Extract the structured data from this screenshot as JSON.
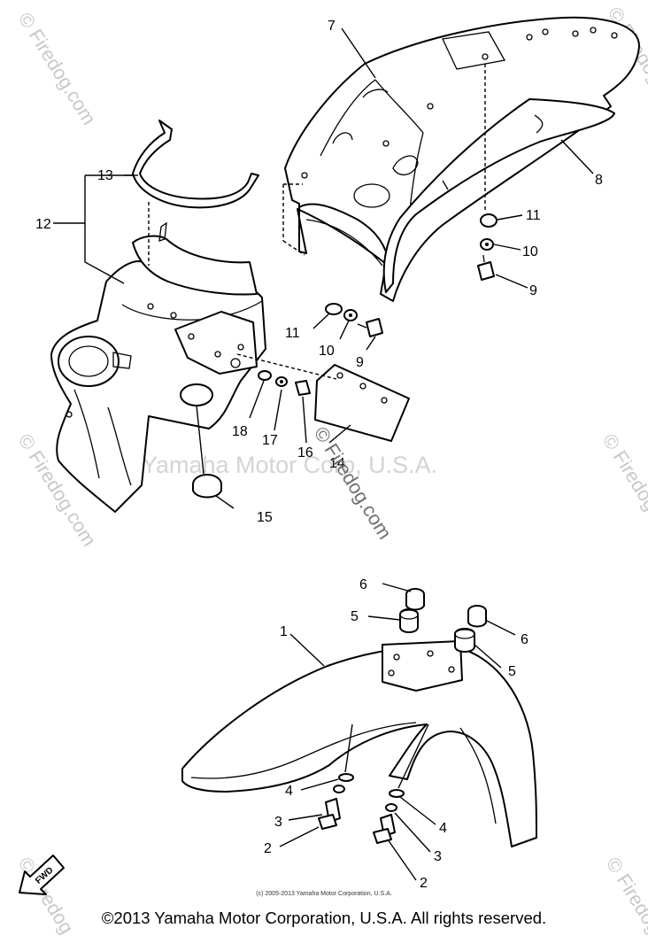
{
  "labels": {
    "p1": "1",
    "p2a": "2",
    "p2b": "2",
    "p3a": "3",
    "p3b": "3",
    "p4a": "4",
    "p4b": "4",
    "p5a": "5",
    "p5b": "5",
    "p6a": "6",
    "p6b": "6",
    "p7": "7",
    "p8": "8",
    "p9a": "9",
    "p9b": "9",
    "p10a": "10",
    "p10b": "10",
    "p11a": "11",
    "p11b": "11",
    "p12": "12",
    "p13": "13",
    "p14": "14",
    "p15": "15",
    "p16": "16",
    "p17": "17",
    "p18": "18"
  },
  "watermarks": {
    "center": "© Firedog.com",
    "brand": "Yamaha Motor Corp, U.S.A.",
    "corner": "© Firedog.com"
  },
  "fwd": "FWD",
  "small_credit": "(c) 2005-2013 Yamaha Motor Corporation, U.S.A.",
  "footer": "©2013 Yamaha Motor Corporation, U.S.A. All rights reserved."
}
